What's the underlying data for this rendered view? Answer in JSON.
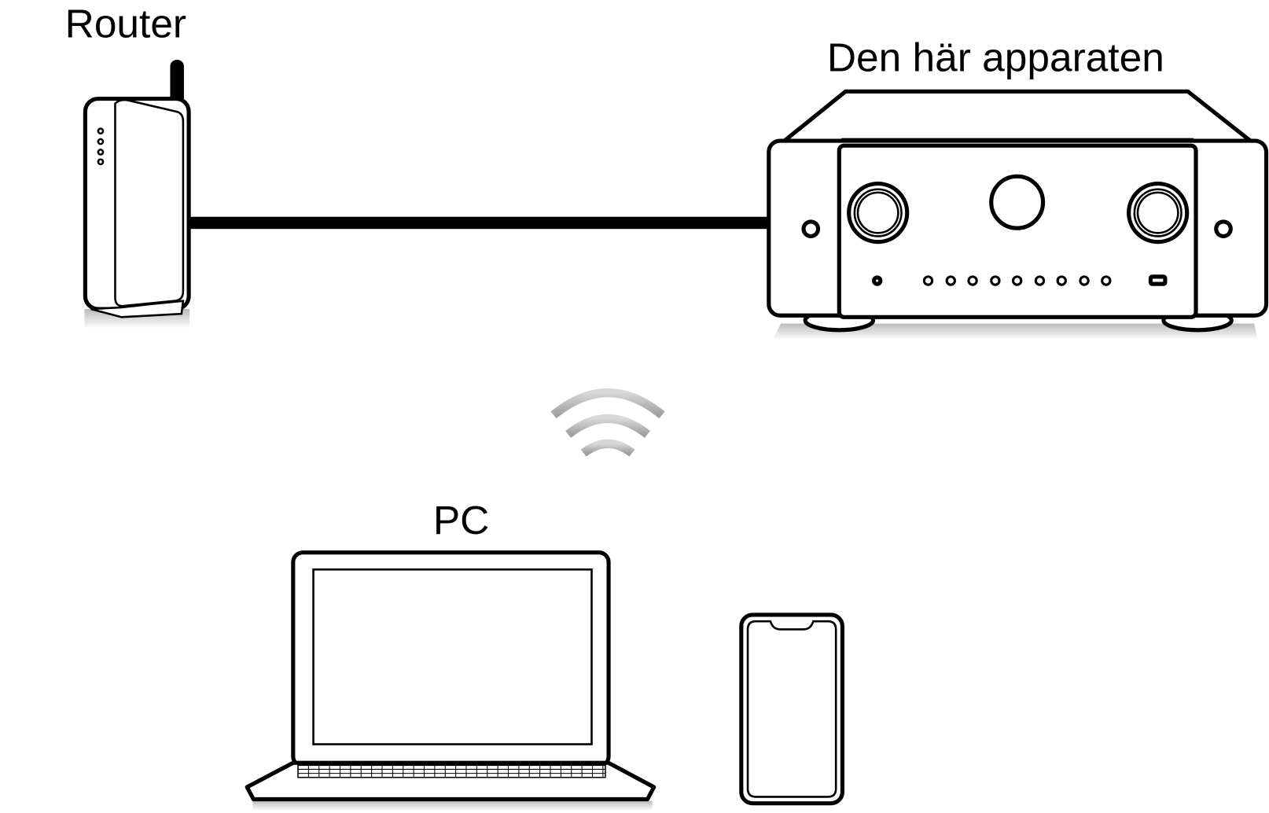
{
  "labels": {
    "router": "Router",
    "device": "Den här apparaten",
    "pc": "PC"
  },
  "icons": [
    "router-icon",
    "av-receiver-icon",
    "wifi-icon",
    "laptop-icon",
    "smartphone-icon"
  ],
  "colors": {
    "line": "#000000",
    "wifi": "#9a9a9a",
    "shadow": "#d0d0d0"
  }
}
